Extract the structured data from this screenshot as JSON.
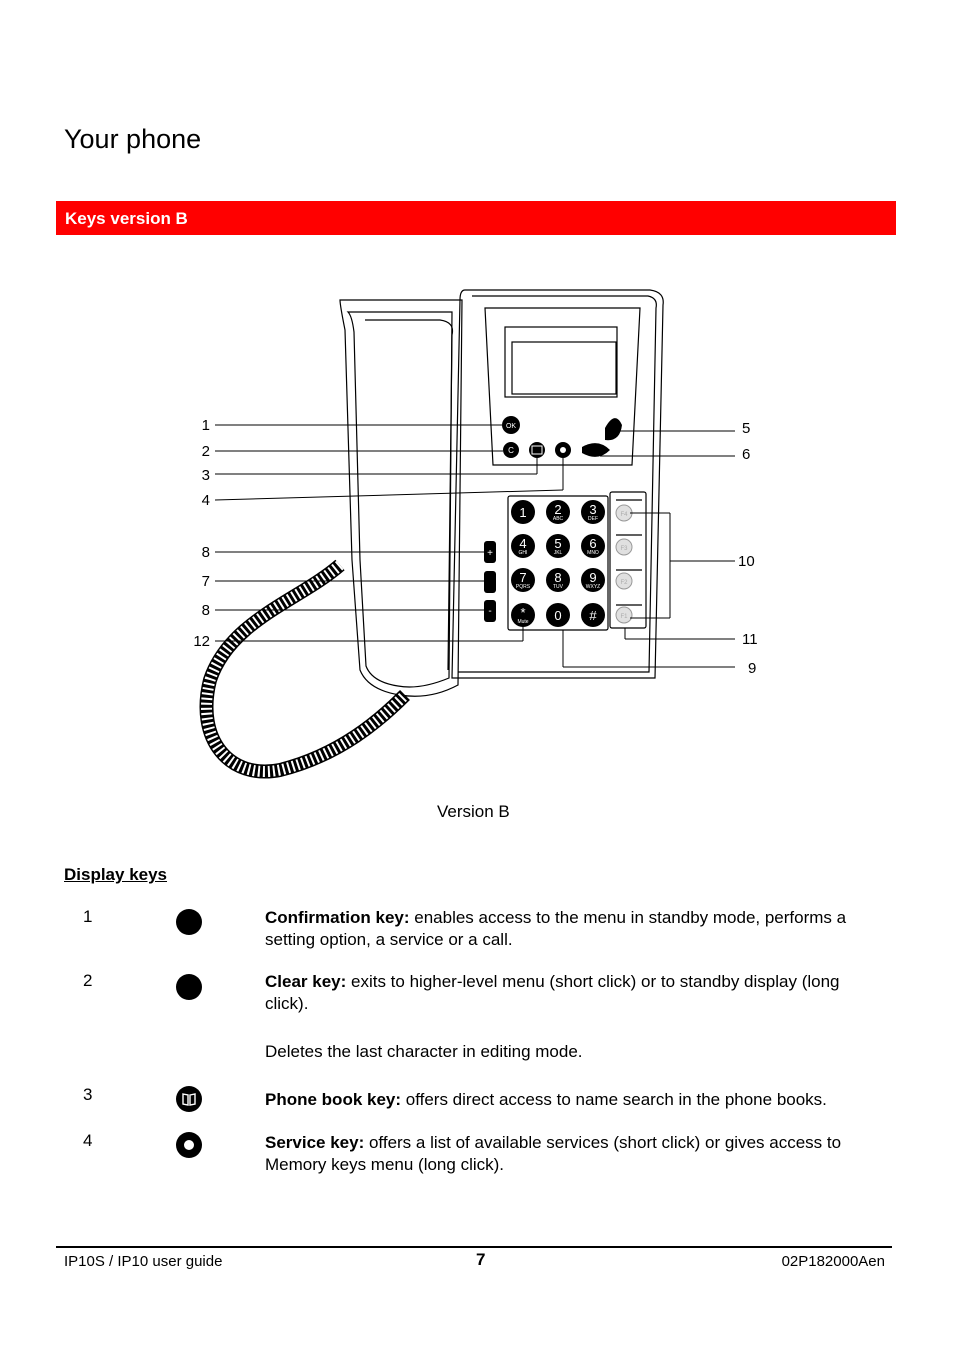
{
  "page": {
    "title": "Your phone",
    "section_header": "Keys version B",
    "figure_caption": "Version B",
    "sub_heading": "Display keys"
  },
  "callouts": {
    "left": [
      "1",
      "2",
      "3",
      "4",
      "8",
      "7",
      "8",
      "12"
    ],
    "right": [
      "5",
      "6",
      "10",
      "11",
      "9"
    ]
  },
  "phone": {
    "ok_key": "OK",
    "clear_key": "C",
    "keypad": [
      {
        "digit": "1",
        "letters": ""
      },
      {
        "digit": "2",
        "letters": "ABC"
      },
      {
        "digit": "3",
        "letters": "DEF"
      },
      {
        "digit": "4",
        "letters": "GHI"
      },
      {
        "digit": "5",
        "letters": "JKL"
      },
      {
        "digit": "6",
        "letters": "MNO"
      },
      {
        "digit": "7",
        "letters": "PQRS"
      },
      {
        "digit": "8",
        "letters": "TUV"
      },
      {
        "digit": "9",
        "letters": "WXYZ"
      },
      {
        "digit": "*",
        "letters": "Mute"
      },
      {
        "digit": "0",
        "letters": ""
      },
      {
        "digit": "#",
        "letters": ""
      }
    ],
    "volume_plus": "+",
    "volume_minus": "-",
    "memory_keys": [
      "F4",
      "F3",
      "F2",
      "F1"
    ]
  },
  "keys": [
    {
      "number": "1",
      "icon": "ok-key-icon",
      "name": "Confirmation key:",
      "description": " enables access to the menu in standby mode, performs a setting option, a service or a call.",
      "extra": ""
    },
    {
      "number": "2",
      "icon": "clear-key-icon",
      "name": "Clear key:",
      "description": " exits to higher-level menu (short click) or to standby display (long click).",
      "extra": "Deletes the last character in editing mode."
    },
    {
      "number": "3",
      "icon": "phone-book-key-icon",
      "name": "Phone book key:",
      "description": " offers direct access to name search in the phone books.",
      "extra": ""
    },
    {
      "number": "4",
      "icon": "service-key-icon",
      "name": "Service key:",
      "description": " offers a list of available services (short click) or gives access to Memory keys menu (long click).",
      "extra": ""
    }
  ],
  "footer": {
    "left": "IP10S / IP10 user guide",
    "page_number": "7",
    "right": "02P182000Aen"
  }
}
